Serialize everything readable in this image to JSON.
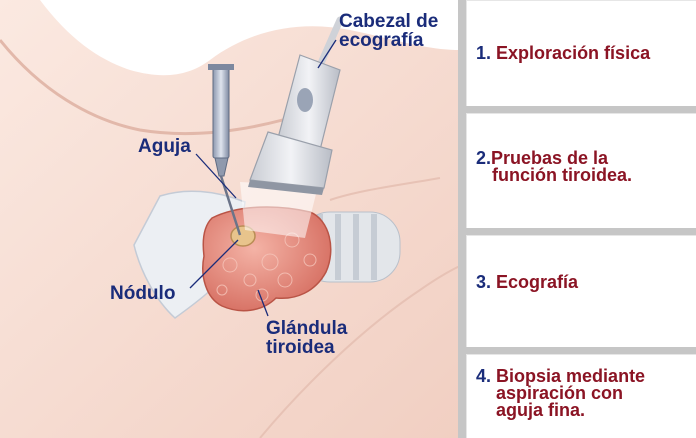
{
  "labels": {
    "probe": [
      "Cabezal de",
      "ecografía"
    ],
    "needle": "Aguja",
    "nodule": "Nódulo",
    "gland": [
      "Glándula",
      "tiroidea"
    ]
  },
  "steps": [
    {
      "number": "1.",
      "text": [
        "Exploración física"
      ]
    },
    {
      "number": "2.",
      "text": [
        "Pruebas de la",
        "función tiroidea."
      ]
    },
    {
      "number": "3.",
      "text": [
        "Ecografía"
      ]
    },
    {
      "number": "4.",
      "text": [
        "Biopsia mediante",
        "aspiración con",
        "aguja fina."
      ]
    }
  ],
  "colors": {
    "label_blue": "#1a2c7a",
    "step_red": "#8b1424",
    "skin": "#f6ddd2",
    "gland": "#e48a7c",
    "sidebar_bg": "#c6c6c6"
  }
}
